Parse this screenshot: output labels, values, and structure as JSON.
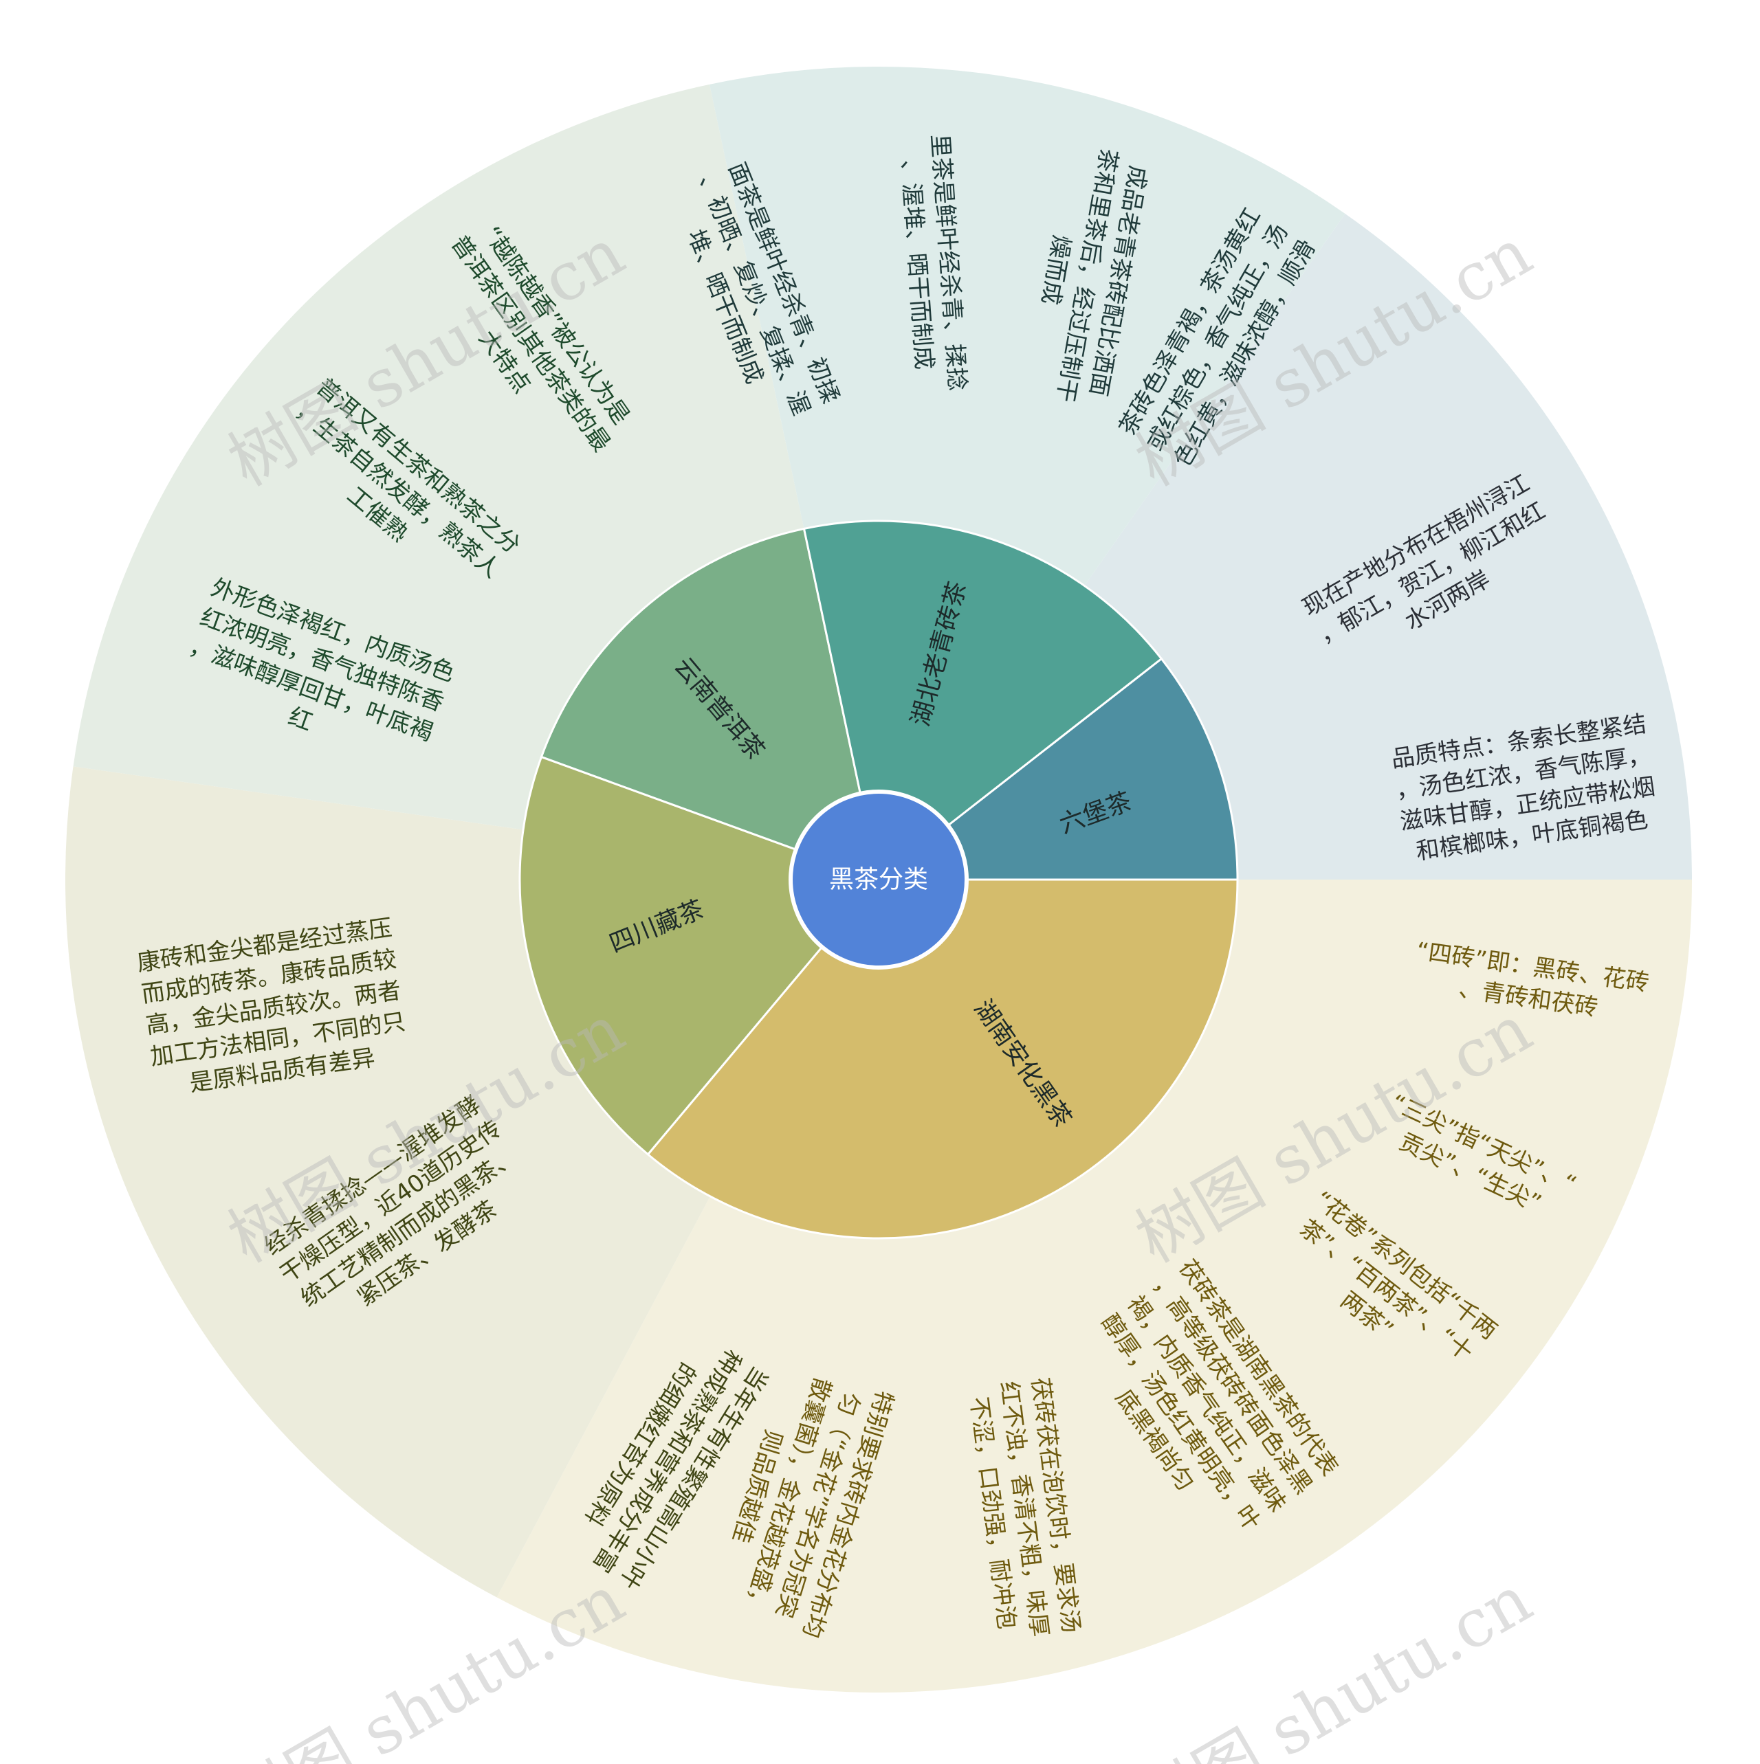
{
  "diagram": {
    "center": {
      "label": "黑茶分类",
      "color": "#5283d8"
    },
    "categories": [
      {
        "id": "liubao",
        "label": "六堡茶",
        "color": "#4e8fa1",
        "outer_color": "#dfe9ec",
        "text_color": "#2b2f36",
        "leaves": [
          [
            "现在产地分布在梧州浔江",
            "，郁江，贺江，柳江和红",
            "水河两岸"
          ],
          [
            "品质特点：条索长整紧结",
            "，汤色红浓，香气陈厚，",
            "滋味甘醇，正统应带松烟",
            "和槟榔味，叶底铜褐色"
          ]
        ]
      },
      {
        "id": "hunan",
        "label": "湖南安化黑茶",
        "color": "#d4bc6c",
        "outer_color": "#f3f0de",
        "text_color": "#6e5a0e",
        "leaves": [
          [
            "“四砖”即：黑砖、花砖",
            "、青砖和茯砖"
          ],
          [
            "“三尖”指“天尖”、“",
            "贡尖”、“生尖”"
          ],
          [
            "“花卷”系列包括“千两",
            "茶”、“百两茶”、“十",
            "两茶”"
          ],
          [
            "茯砖茶是湖南黑茶的代表",
            "，高等级茯砖砖面色泽黑",
            "褐，内质香气纯正，滋味",
            "醇厚，汤色红黄明亮，叶",
            "底黑褐尚匀"
          ],
          [
            "茯砖茯在泡饮时，要求汤",
            "红不浊，香清不粗，味厚",
            "不涩，口劲强，耐冲泡"
          ],
          [
            "特别要求砖内金花分布均",
            "匀（“金花”学名为冠突",
            "散囊菌），金花越茂盛，",
            "则品质越佳"
          ]
        ]
      },
      {
        "id": "sichuan",
        "label": "四川藏茶",
        "color": "#a9b56c",
        "outer_color": "#ececdc",
        "text_color": "#3f4514",
        "leaves": [
          [
            "当年生有性繁殖高山小叶",
            "种成熟茶和营养成分丰富",
            "的细嫩红苔为原料"
          ],
          [
            "经杀青揉捻——渥堆发酵",
            "干燥压型，近40道历史传",
            "统工艺精制而成的黑茶、",
            "紧压茶、发酵茶"
          ],
          [
            "康砖和金尖都是经过蒸压",
            "而成的砖茶。康砖品质较",
            "高，金尖品质较次。两者",
            "加工方法相同，不同的只",
            "是原料品质有差异"
          ]
        ]
      },
      {
        "id": "yunnan",
        "label": "云南普洱茶",
        "color": "#7aaf88",
        "outer_color": "#e5ede4",
        "text_color": "#1e4a2c",
        "leaves": [
          [
            "外形色泽褐红，内质汤色",
            "红浓明亮，香气独特陈香",
            "，滋味醇厚回甘，叶底褐",
            "红"
          ],
          [
            "普洱又有生茶和熟茶之分",
            "，生茶自然发酵，熟茶人",
            "工催熟"
          ],
          [
            "“越陈越香”被公认为是",
            "普洱茶区别其他茶类的最",
            "大特点"
          ]
        ]
      },
      {
        "id": "hubei",
        "label": "湖北老青砖茶",
        "color": "#50a194",
        "outer_color": "#deecea",
        "text_color": "#1f3a3a",
        "leaves": [
          [
            "面茶是鲜叶经杀青、初揉",
            "、初晒、复炒、复揉、渥",
            "堆、晒干而制成"
          ],
          [
            "里茶是鲜叶经杀青、揉捻",
            "、渥堆、晒干而制成"
          ],
          [
            "成品老青茶砖配比洒面",
            "茶和里茶后，经过压制干",
            "燥而成"
          ],
          [
            "茶砖色泽青褐，茶汤黄红",
            "或红棕色，香气纯正，汤",
            "色红黄，滋味浓醇，顺滑"
          ]
        ]
      }
    ]
  },
  "watermark": "树图 shutu.cn"
}
